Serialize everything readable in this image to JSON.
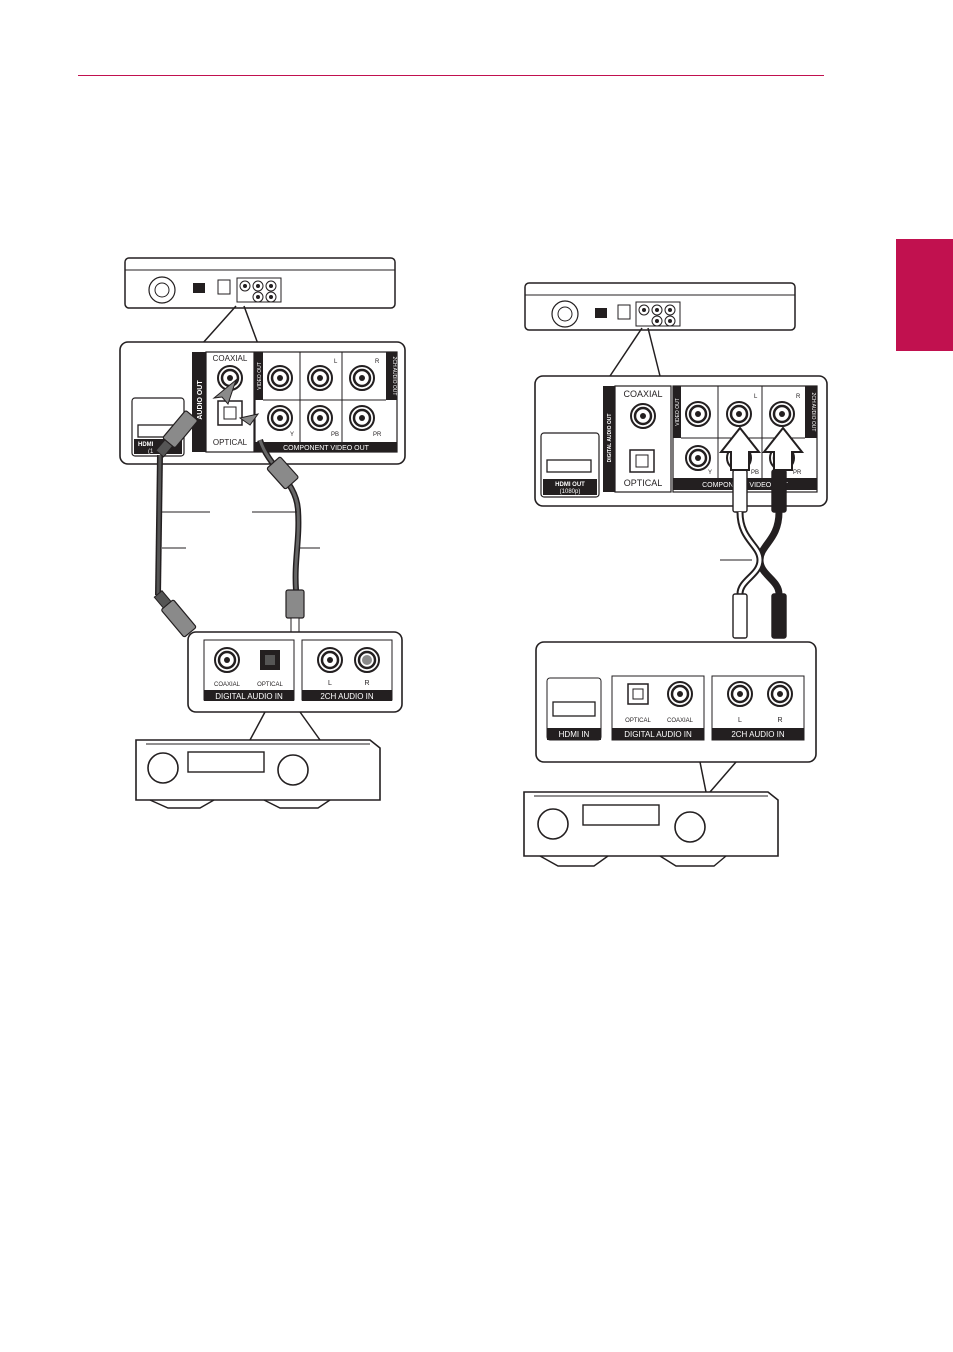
{
  "colors": {
    "accent": "#c1114f",
    "line": "#231f20",
    "panel": "#ffffff",
    "cable_dark": "#2b2b2b",
    "cable_gray": "#8a8a8a"
  },
  "left": {
    "player": {
      "coaxial": "COAXIAL",
      "optical": "OPTICAL",
      "audio_out": "AUDIO OUT",
      "video_out": "VIDEO OUT",
      "audio_2ch_out": "2CH AUDIO OUT",
      "component": "COMPONENT VIDEO OUT",
      "l": "L",
      "r": "R",
      "y": "Y",
      "pb": "PB",
      "pr": "PR",
      "hdmi_top": "HDMI ",
      "hdmi_bottom": "(1"
    },
    "receiver": {
      "coaxial": "COAXIAL",
      "optical": "OPTICAL",
      "digital_in": "DIGITAL AUDIO IN",
      "audio_2ch_in": "2CH AUDIO IN",
      "l": "L",
      "r": "R"
    }
  },
  "right": {
    "player": {
      "coaxial": "COAXIAL",
      "optical": "OPTICAL",
      "digital_out": "DIGITAL AUDIO OUT",
      "video_out": "VIDEO OUT",
      "audio_2ch_out": "2CH AUDIO OUT",
      "component": "COMPONENT VIDEO OUT",
      "l": "L",
      "r": "R",
      "y": "Y",
      "pb": "PB",
      "pr": "PR",
      "hdmi_top": "HDMI OUT",
      "hdmi_bottom": "(1080p)"
    },
    "receiver": {
      "hdmi_in": "HDMI IN",
      "optical": "OPTICAL",
      "coaxial": "COAXIAL",
      "digital_in": "DIGITAL AUDIO IN",
      "audio_2ch_in": "2CH AUDIO IN",
      "l": "L",
      "r": "R"
    }
  }
}
